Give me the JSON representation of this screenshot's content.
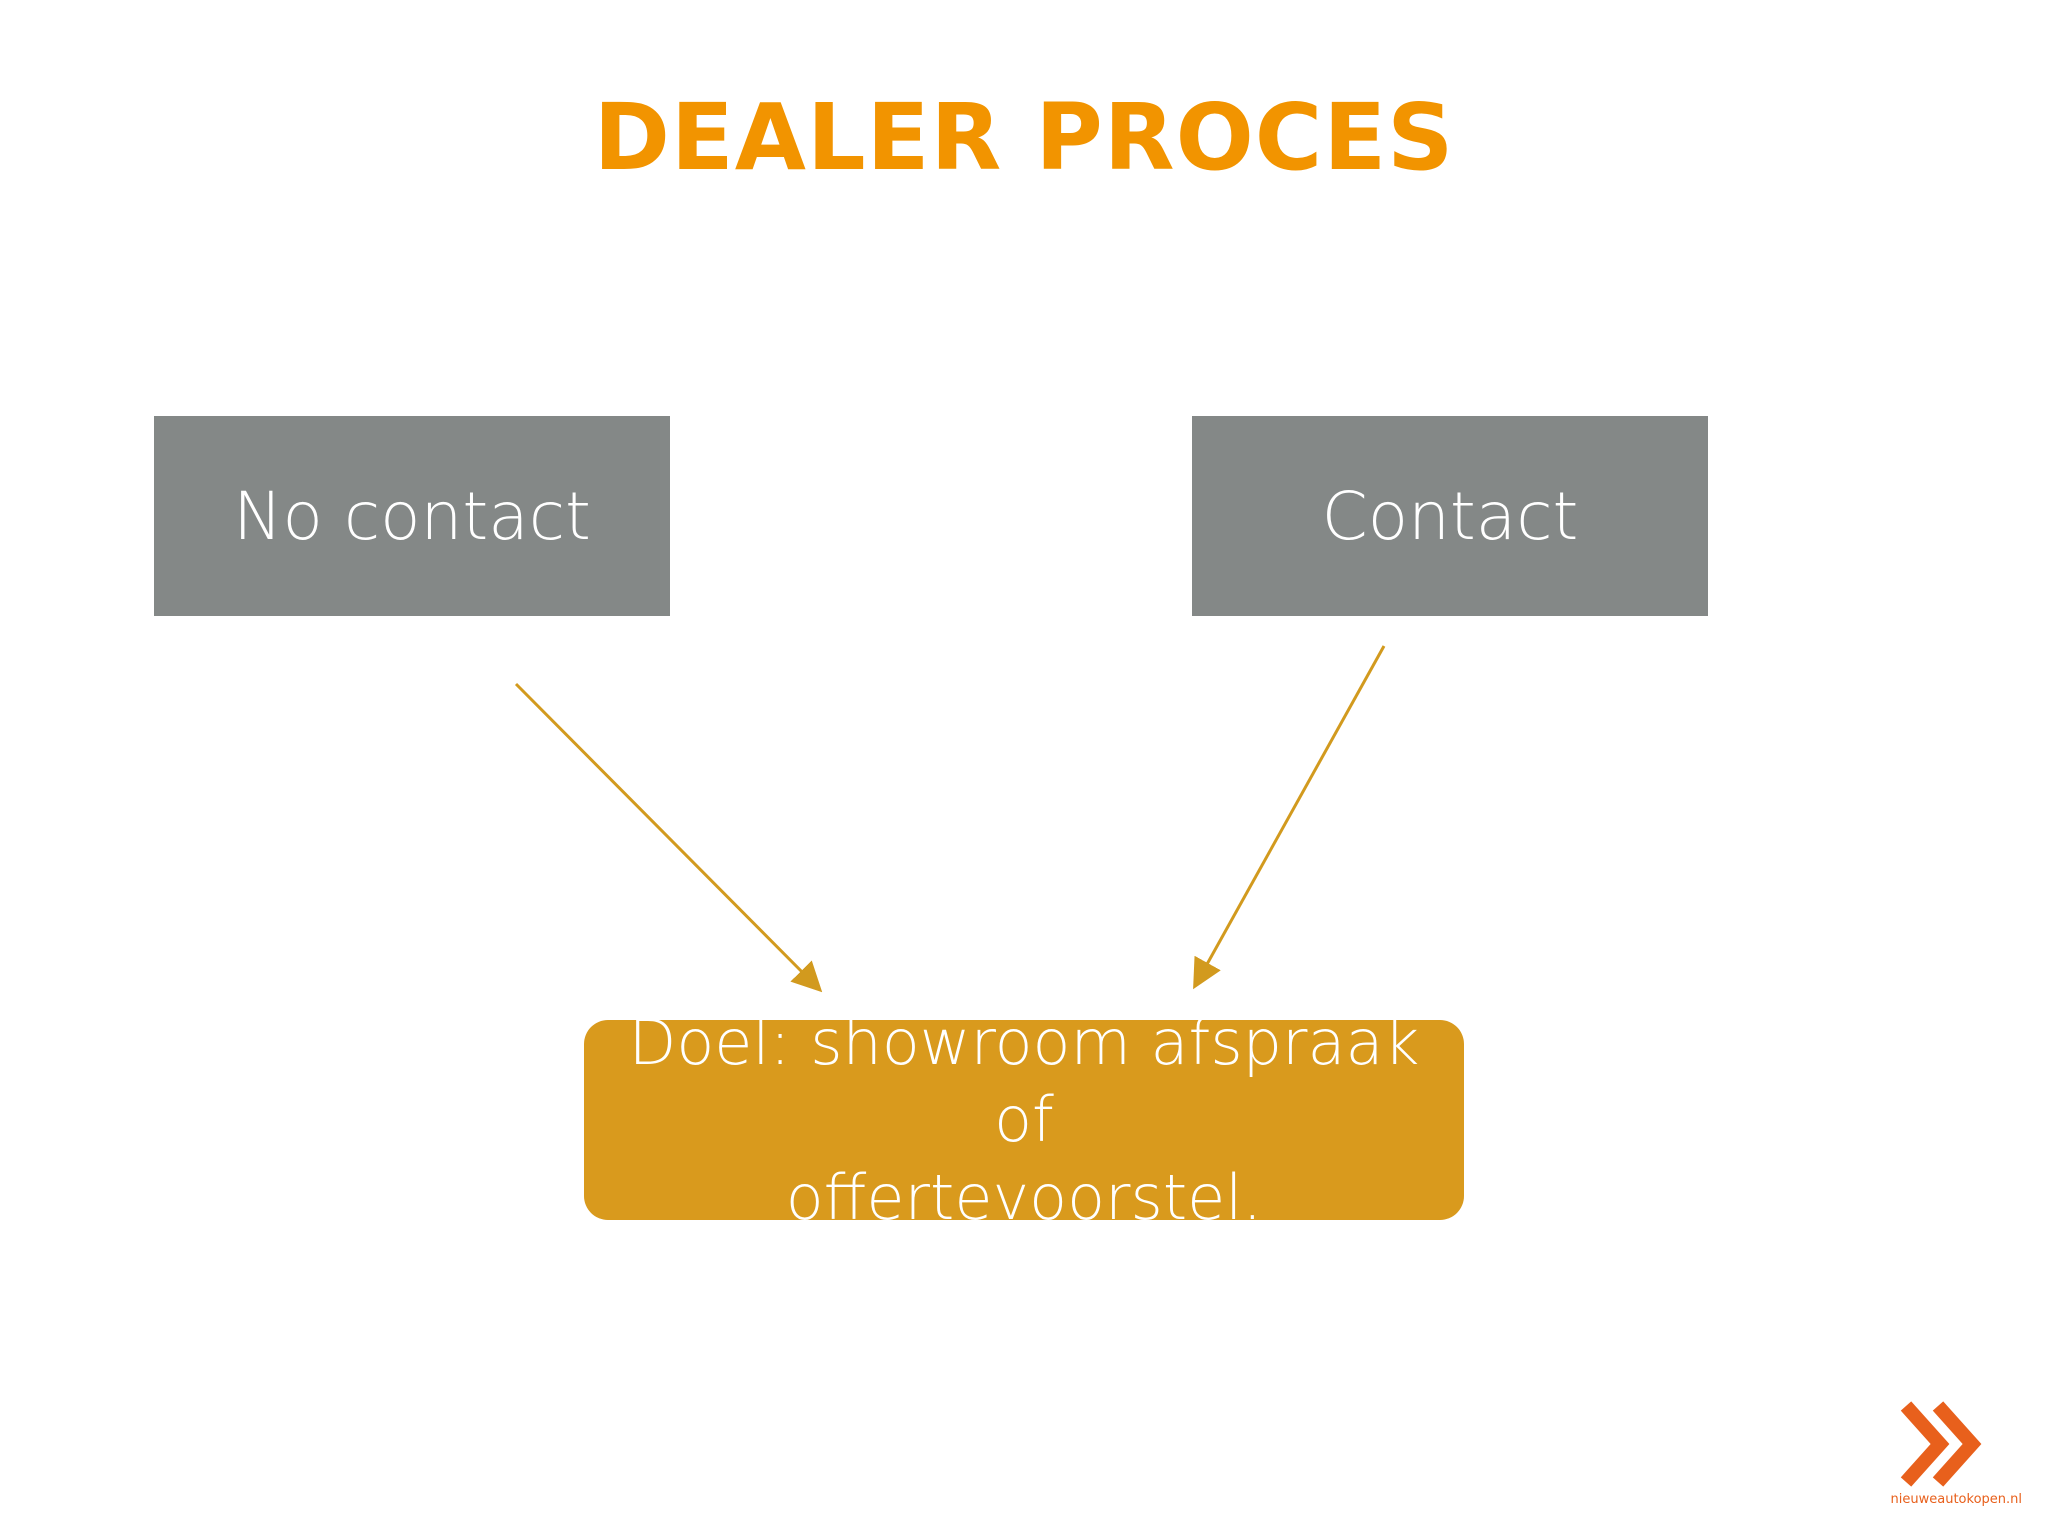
{
  "title": "DEALER PROCES",
  "colors": {
    "title": "#f29400",
    "gray_box": "#848887",
    "goal_box": "#d99a1d",
    "arrow": "#d29a1e",
    "logo": "#e8601c"
  },
  "nodes": {
    "no_contact": "No contact",
    "contact": "Contact",
    "goal_line1": "Doel: showroom afspraak of",
    "goal_line2": "offertevoorstel."
  },
  "edges": [
    {
      "from": "No contact",
      "to": "Doel: showroom afspraak of offertevoorstel."
    },
    {
      "from": "Contact",
      "to": "Doel: showroom afspraak of offertevoorstel."
    }
  ],
  "logo": {
    "icon": "double-chevron-right-icon",
    "text": "nieuweautokopen.nl"
  }
}
